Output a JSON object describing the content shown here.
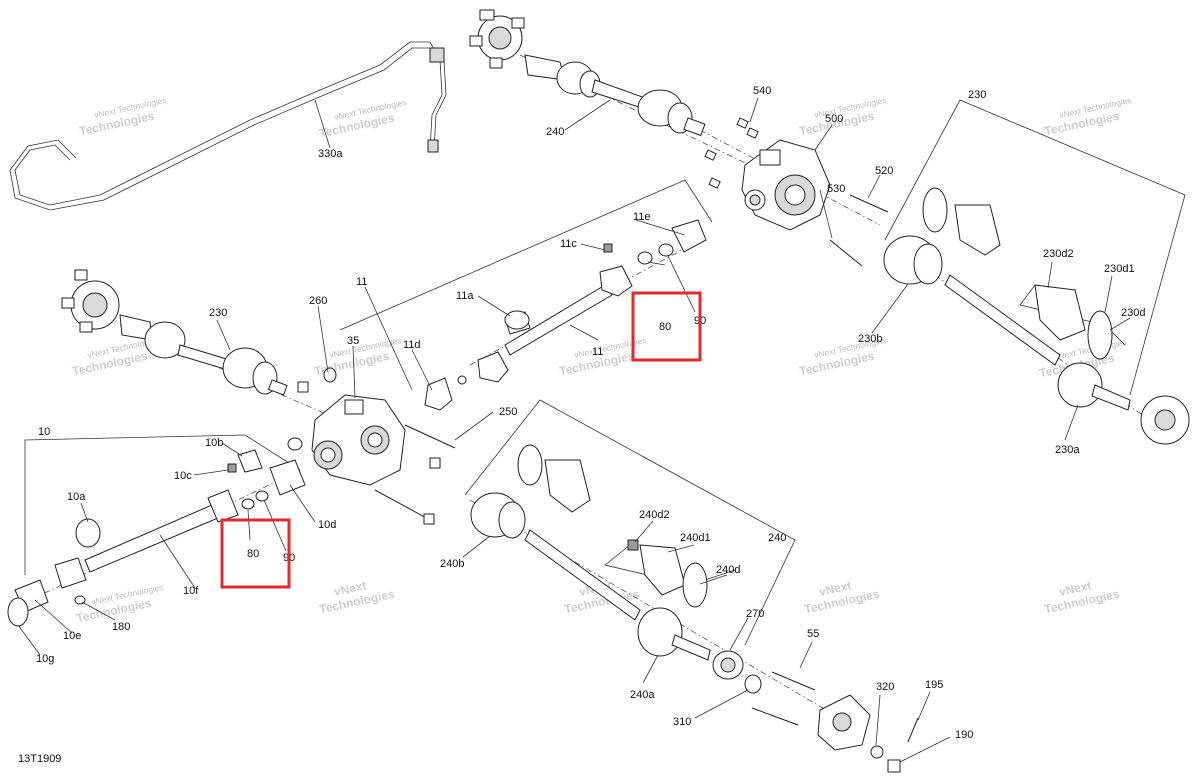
{
  "diagram_code": "13T1909",
  "watermark": [
    "vNext Technologies",
    "vNext",
    "Technologies"
  ],
  "callouts": {
    "c540": "540",
    "c500": "500",
    "c520": "520",
    "c530": "530",
    "c230_top": "230",
    "c240_top": "240",
    "c330a": "330a",
    "c11e": "11e",
    "c11c": "11c",
    "c11a": "11a",
    "c11d": "11d",
    "c11_top": "11",
    "c11_mid": "11",
    "c260": "260",
    "c35": "35",
    "c230_left": "230",
    "c250": "250",
    "c10": "10",
    "c10b": "10b",
    "c10c": "10c",
    "c10a": "10a",
    "c10d": "10d",
    "c10f": "10f",
    "c10e": "10e",
    "c10g": "10g",
    "c180": "180",
    "c80_top": "80",
    "c90_top": "90",
    "c80_bot": "80",
    "c90_bot": "90",
    "c230d2": "230d2",
    "c230d1": "230d1",
    "c230d": "230d",
    "c230b": "230b",
    "c230a": "230a",
    "c240_right": "240",
    "c240d2": "240d2",
    "c240d1": "240d1",
    "c240d": "240d",
    "c240b": "240b",
    "c240a": "240a",
    "c270": "270",
    "c55": "55",
    "c320": "320",
    "c195": "195",
    "c310": "310",
    "c190": "190"
  },
  "highlight_color": "#e0282e"
}
